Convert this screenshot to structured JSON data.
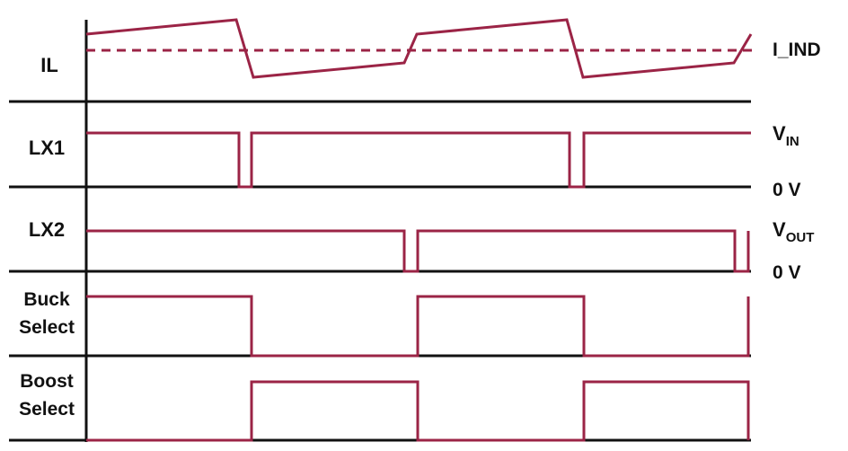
{
  "colors": {
    "signal": "#9b2446",
    "axis": "#111111",
    "background": "#ffffff"
  },
  "rows": [
    {
      "id": "il",
      "label_lines": [
        "IL"
      ],
      "right_label": "I_IND"
    },
    {
      "id": "lx1",
      "label_lines": [
        "LX1"
      ],
      "right_labels": [
        {
          "main": "V",
          "sub": "IN"
        },
        {
          "main": "0 V",
          "sub": ""
        }
      ]
    },
    {
      "id": "lx2",
      "label_lines": [
        "LX2"
      ],
      "right_labels": [
        {
          "main": "V",
          "sub": "OUT"
        },
        {
          "main": "0 V",
          "sub": ""
        }
      ]
    },
    {
      "id": "buck",
      "label_lines": [
        "Buck",
        "Select"
      ]
    },
    {
      "id": "boost",
      "label_lines": [
        "Boost",
        "Select"
      ]
    }
  ]
}
